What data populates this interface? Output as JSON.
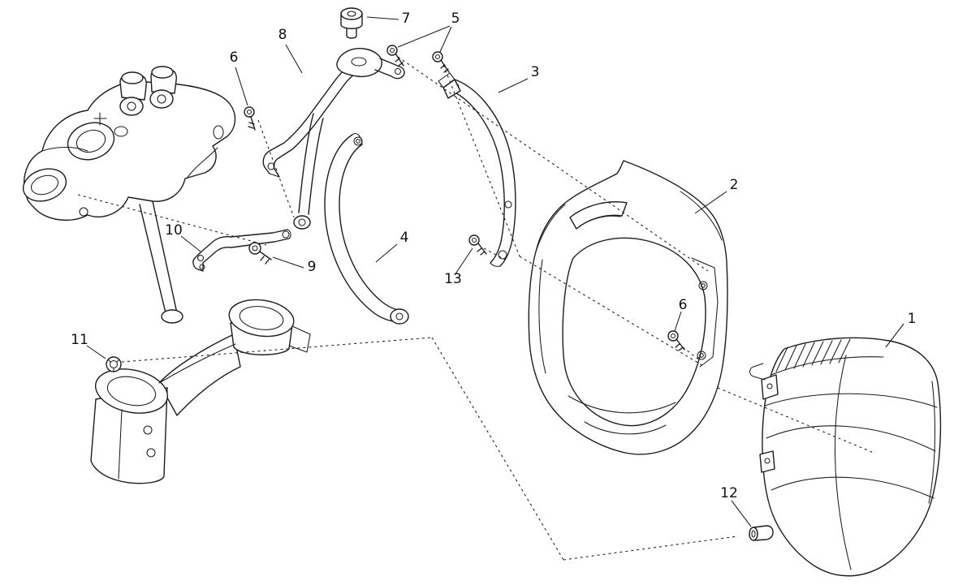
{
  "diagram": {
    "kind": "exploded-parts-diagram",
    "subject": "motorcycle headlamp and front fairing assembly",
    "background_color": "#ffffff",
    "line_color": "#1c1c1c",
    "callouts": {
      "n1": "1",
      "n2": "2",
      "n3": "3",
      "n4": "4",
      "n5": "5",
      "n6a": "6",
      "n6b": "6",
      "n7": "7",
      "n8": "8",
      "n9": "9",
      "n10": "10",
      "n11": "11",
      "n12": "12",
      "n13": "13"
    }
  }
}
